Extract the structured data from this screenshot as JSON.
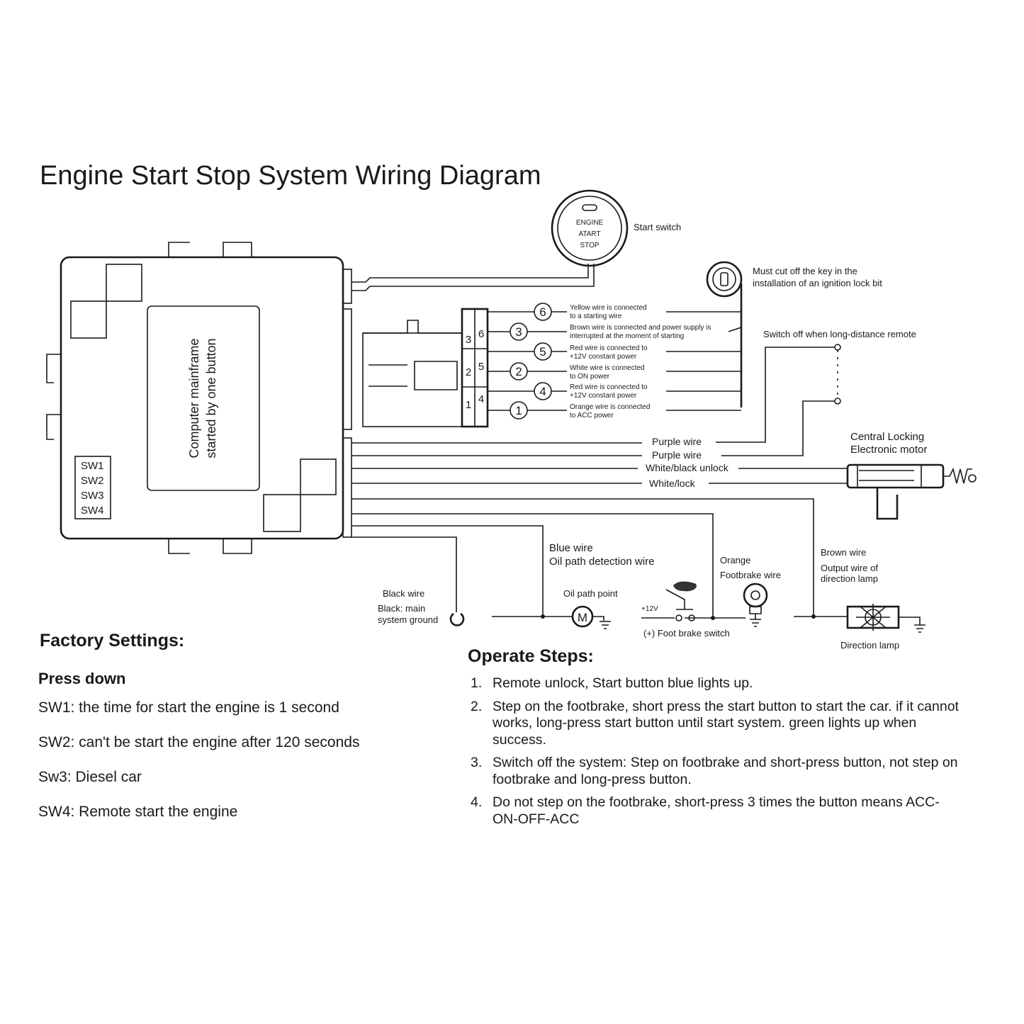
{
  "title": "Engine Start Stop System Wiring Diagram",
  "start_switch": {
    "button_lines": [
      "ENGINE",
      "ATART",
      "STOP"
    ],
    "label": "Start switch"
  },
  "ignition_note": {
    "line1": "Must cut off the key in the",
    "line2": "installation of an ignition lock bit"
  },
  "mainframe": {
    "line1": "Computer mainframe",
    "line2": "started by one button",
    "switches": [
      "SW1",
      "SW2",
      "SW3",
      "SW4"
    ]
  },
  "connector_pins": [
    "3",
    "6",
    "2",
    "5",
    "1",
    "4"
  ],
  "wires": [
    {
      "num": "6",
      "line1": "Yellow wire is connected",
      "line2": "to a starting wire"
    },
    {
      "num": "3",
      "line1": "Brown wire is connected and power supply is",
      "line2": "interrupted at the moment of starting"
    },
    {
      "num": "5",
      "line1": "Red wire is connected to",
      "line2": "+12V constant power"
    },
    {
      "num": "2",
      "line1": "White wire is connected",
      "line2": "to ON power"
    },
    {
      "num": "4",
      "line1": "Red wire is connected to",
      "line2": "+12V constant power"
    },
    {
      "num": "1",
      "line1": "Orange wire is connected",
      "line2": "to ACC power"
    }
  ],
  "remote_switch_note": "Switch off when long-distance remote",
  "lock_wires": [
    "Purple wire",
    "Purple wire",
    "White/black unlock",
    "White/lock"
  ],
  "central_locking": {
    "line1": "Central Locking",
    "line2": "Electronic motor"
  },
  "black_wire": {
    "label": "Black wire",
    "line1": "Black: main",
    "line2": "system ground"
  },
  "blue_wire": {
    "line1": "Blue wire",
    "line2": "Oil path detection wire",
    "point_label": "Oil path point",
    "motor_symbol": "M"
  },
  "orange_wire": {
    "line1": "Orange",
    "line2": "Footbrake wire",
    "voltage": "+12V",
    "switch_label": "(+) Foot brake switch"
  },
  "brown_wire": {
    "line1": "Brown wire",
    "line2": "Output wire of",
    "line3": "direction lamp",
    "lamp_label": "Direction lamp"
  },
  "factory": {
    "heading": "Factory Settings:",
    "subheading": "Press down",
    "items": [
      "SW1: the time for start the engine is 1 second",
      "SW2: can't be start the engine after 120 seconds",
      "Sw3: Diesel car",
      "SW4: Remote start the engine"
    ]
  },
  "operate": {
    "heading": "Operate Steps:",
    "steps": [
      {
        "n": "1.",
        "text": "Remote unlock, Start button blue lights up."
      },
      {
        "n": "2.",
        "text": "Step on the footbrake, short press the start button to start the car. if it cannot works, long-press start button until start system. green lights up when success."
      },
      {
        "n": "3.",
        "text": "Switch off  the system: Step on footbrake and short-press button, not step on footbrake and long-press button."
      },
      {
        "n": "4.",
        "text": "Do not step on the footbrake, short-press 3 times the button means ACC-ON-OFF-ACC"
      }
    ]
  }
}
